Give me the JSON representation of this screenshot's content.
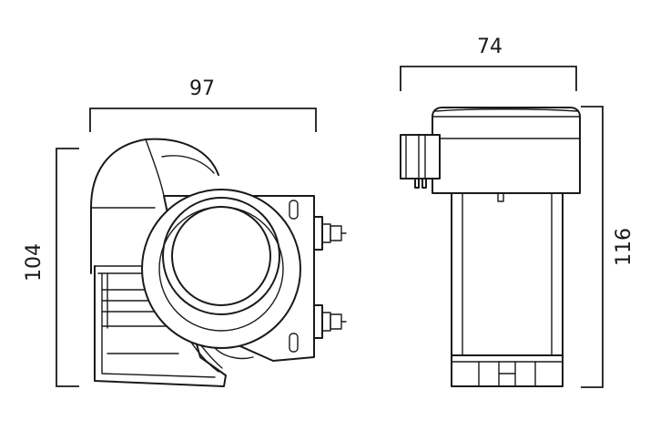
{
  "dimensions": {
    "front_width": "97",
    "front_height": "104",
    "side_width": "74",
    "side_height": "116"
  }
}
